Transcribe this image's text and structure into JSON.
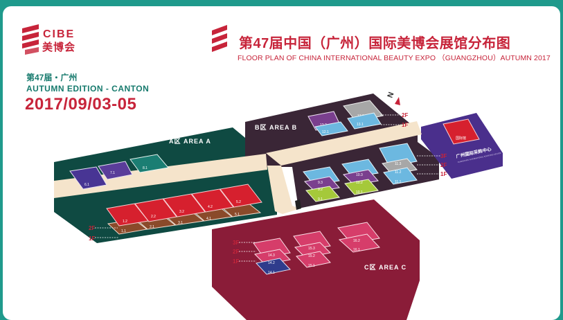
{
  "brand": {
    "en": "CIBE",
    "cn": "美博会"
  },
  "edition": {
    "cn": "第47届・广州",
    "en": "AUTUMN EDITION - CANTON",
    "dates": "2017/09/03-05"
  },
  "title": {
    "cn": "第47届中国（广州）国际美博会展馆分布图",
    "en": "FLOOR PLAN OF CHINA INTERNATIONAL BEAUTY EXPO （GUANGZHOU）AUTUMN 2017"
  },
  "compass": "N",
  "areas": {
    "a": "A区  AREA A",
    "b": "B区  AREA B",
    "c": "C区  AREA C"
  },
  "floor_markers": {
    "left": [
      "2F",
      "1F"
    ],
    "b_top": [
      "2F",
      "1F"
    ],
    "b_right": [
      "3F",
      "2F",
      "1F"
    ],
    "c_left": [
      "3F",
      "2F",
      "1F"
    ]
  },
  "halls": {
    "a_top": [
      "6.1",
      "7.1",
      "8.1"
    ],
    "a_red": [
      "1.2",
      "2.2",
      "3.2",
      "4.2",
      "5.2"
    ],
    "a_brown": [
      "1.1",
      "2.1",
      "3.1",
      "4.1",
      "5.1"
    ],
    "b_top": [
      "12.2",
      "12.1",
      "13.2",
      "13.1"
    ],
    "b_stack1": [
      "9.2",
      "9.3",
      "9.1"
    ],
    "b_stack2": [
      "10.2",
      "10.1",
      "10.3"
    ],
    "b_stack3": [
      "11.3",
      "11.2",
      "11.1"
    ],
    "c_stack1": [
      "14.3",
      "14.2",
      "14.1"
    ],
    "c_stack2": [
      "15.3",
      "15.2",
      "15.1"
    ],
    "c_stack3": [
      "16.2",
      "16.1"
    ]
  },
  "hotel": {
    "name": "广州国际采购中心",
    "sub": "GUANGZHOU INTERNATIONAL SOURCING CENTER",
    "hall": "国际馆"
  },
  "colors": {
    "teal": "#1f9a8c",
    "red": "#c7243a",
    "area_a": "#0f4a42",
    "area_b": "#3a2636",
    "area_c": "#8a1c38",
    "hotel": "#4a2f8c",
    "corridor": "#f5e4cb"
  }
}
